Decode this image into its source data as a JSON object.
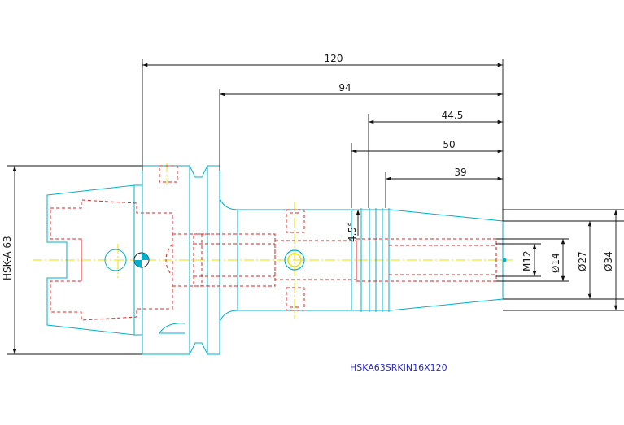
{
  "colors": {
    "outline": "#00b0cc",
    "hidden": "#e02020",
    "centerline": "#e8e000",
    "dimension": "#111111",
    "part_number": "#2a2ad0"
  },
  "dimensions": {
    "overall_length": "120",
    "shank_length": "94",
    "length_44_5": "44.5",
    "length_50": "50",
    "length_39": "39",
    "taper_angle": "4.5°",
    "thread": "M12",
    "dia_14": "Ø14",
    "dia_27": "Ø27",
    "dia_34": "Ø34",
    "interface": "HSK-A 63"
  },
  "part_number": "HSKA63SRKIN16X120"
}
